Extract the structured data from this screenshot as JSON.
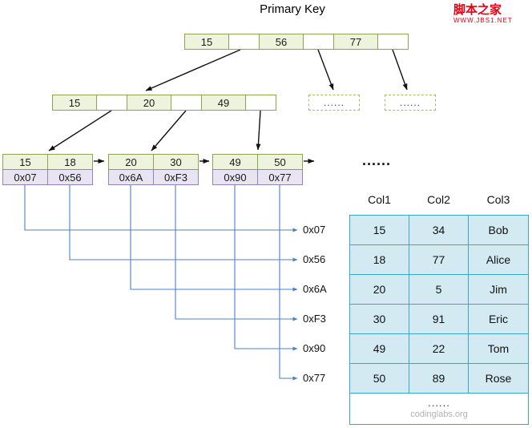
{
  "title": "Primary Key",
  "logo": {
    "name": "脚本之家",
    "url": "WWW.JBS1.NET",
    "color": "#e60012"
  },
  "tree": {
    "root": {
      "keys": [
        "15",
        "56",
        "77"
      ]
    },
    "internal": {
      "keys": [
        "15",
        "20",
        "49"
      ]
    },
    "dashed": [
      "......",
      "......"
    ],
    "leaf_ellipsis": "......",
    "leaves": [
      {
        "keys": [
          "15",
          "18"
        ],
        "pointers": [
          "0x07",
          "0x56"
        ]
      },
      {
        "keys": [
          "20",
          "30"
        ],
        "pointers": [
          "0x6A",
          "0xF3"
        ]
      },
      {
        "keys": [
          "49",
          "50"
        ],
        "pointers": [
          "0x90",
          "0x77"
        ]
      }
    ]
  },
  "pointer_labels": [
    "0x07",
    "0x56",
    "0x6A",
    "0xF3",
    "0x90",
    "0x77"
  ],
  "table": {
    "headers": [
      "Col1",
      "Col2",
      "Col3"
    ],
    "rows": [
      [
        "15",
        "34",
        "Bob"
      ],
      [
        "18",
        "77",
        "Alice"
      ],
      [
        "20",
        "5",
        "Jim"
      ],
      [
        "30",
        "91",
        "Eric"
      ],
      [
        "49",
        "22",
        "Tom"
      ],
      [
        "50",
        "89",
        "Rose"
      ]
    ],
    "footer_ellipsis": "......",
    "watermark": "codinglabs.org"
  },
  "colors": {
    "node_border": "#8aa54b",
    "node_fill": "#eef3de",
    "pointer_border": "#9184bc",
    "pointer_fill": "#e9e4f1",
    "table_border": "#3aa6c8",
    "table_fill": "#d3eaf3",
    "line_blue": "#4f81bd",
    "logo_red": "#e60012"
  }
}
